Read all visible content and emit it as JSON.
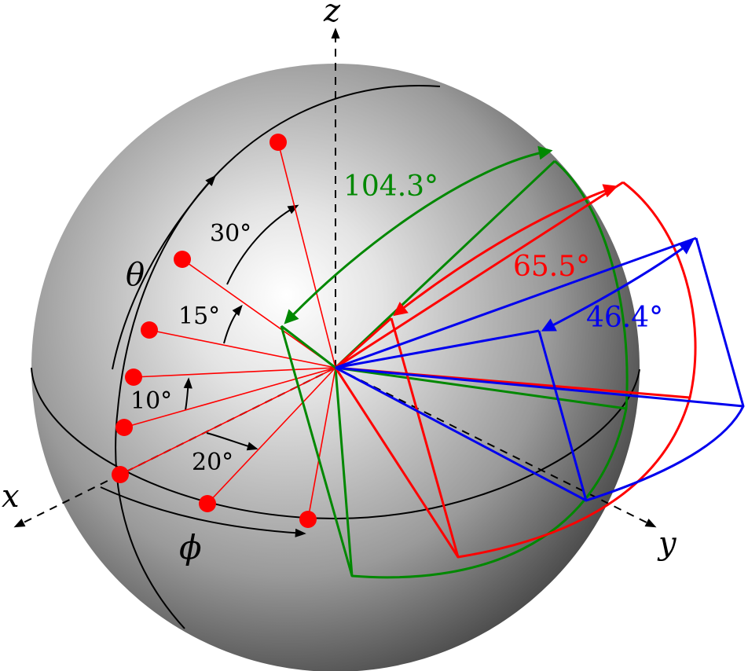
{
  "colors": {
    "red": "#ff0000",
    "green": "#008800",
    "blue": "#0000ee",
    "black": "#000000",
    "sphere_light": "#ffffff",
    "sphere_dark": "#4a4a4a"
  },
  "axes": {
    "x": "x",
    "y": "y",
    "z": "z"
  },
  "angles": {
    "theta": "θ",
    "phi": "ϕ",
    "theta_small": "10°",
    "theta_medium": "15°",
    "theta_large": "30°",
    "phi_step": "20°"
  },
  "aperture_labels": {
    "green": "104.3°",
    "red": "65.5°",
    "blue": "46.4°"
  },
  "icons": {
    "arrow_head": "arrowhead-icon",
    "marker": "filled-circle-icon"
  }
}
